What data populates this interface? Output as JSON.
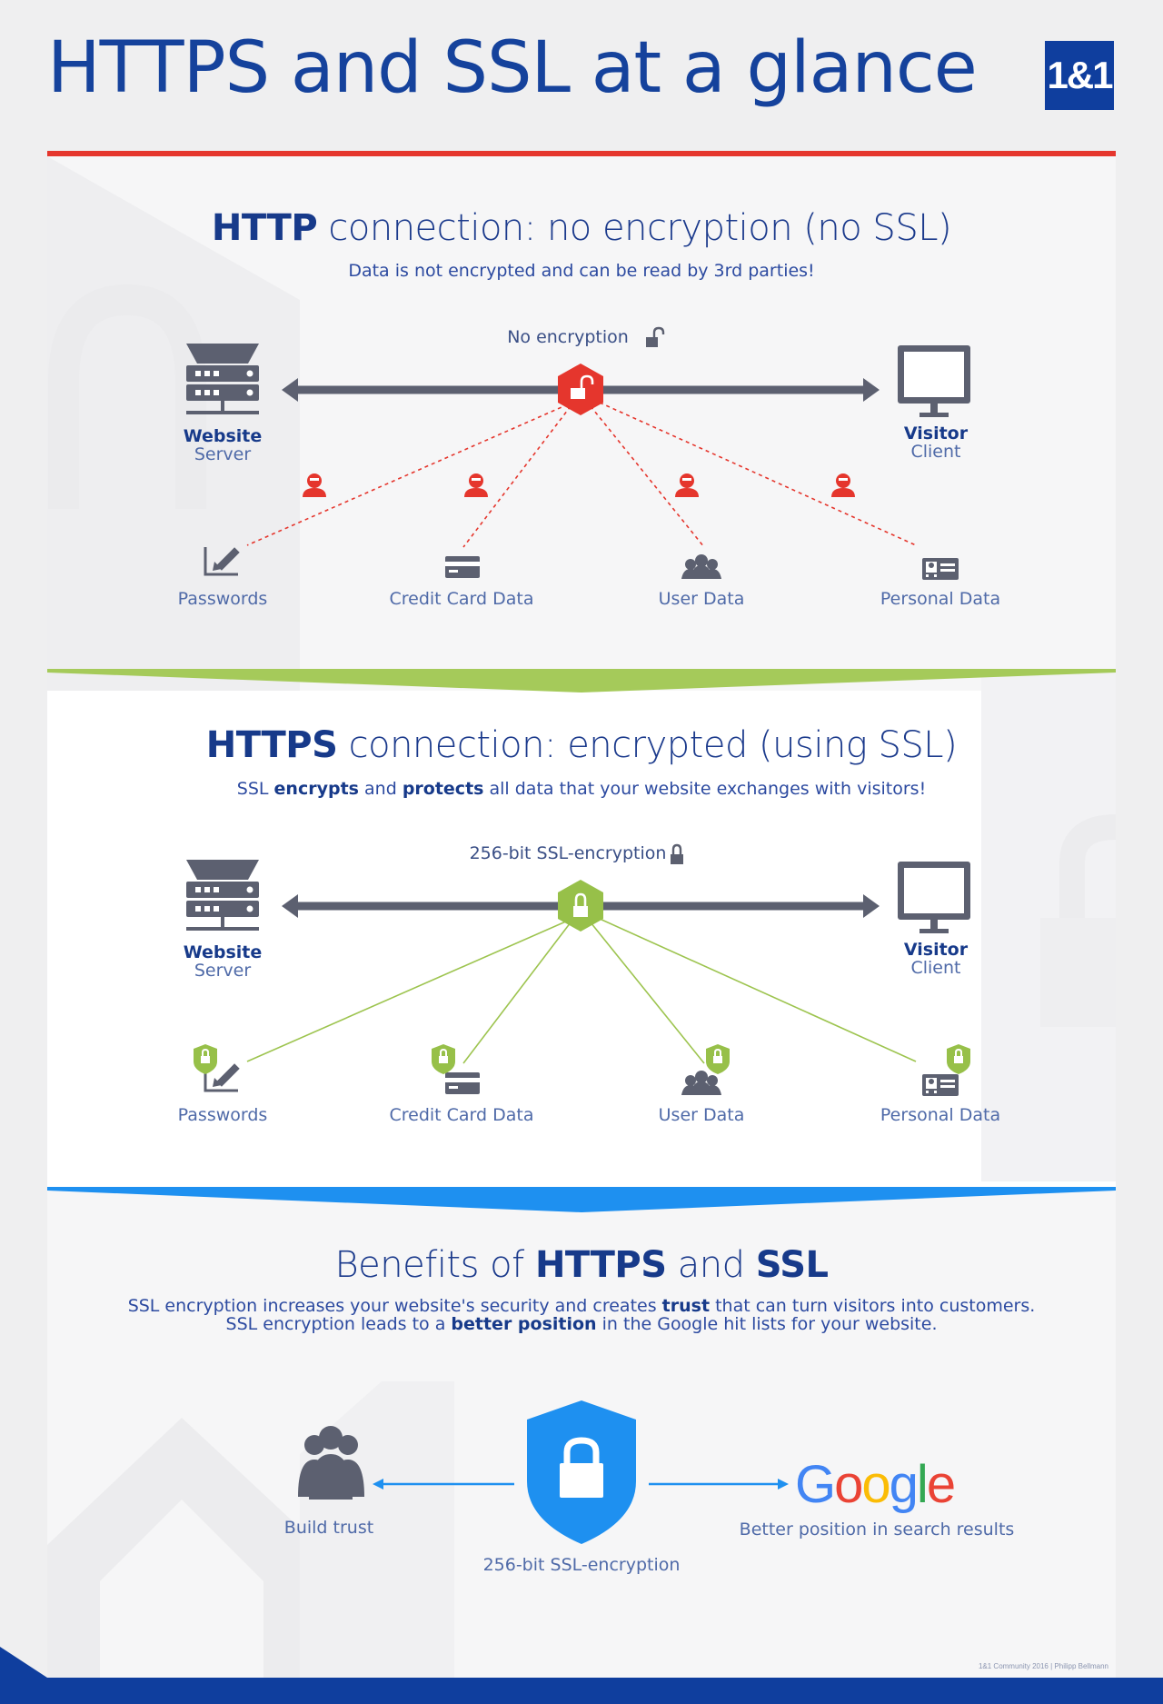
{
  "header": {
    "title": "HTTPS and SSL at a glance",
    "logo": "1&1"
  },
  "http": {
    "title_bold": "HTTP",
    "title_rest": " connection: no encryption (no SSL)",
    "subtitle": "Data is not encrypted and can be read by 3rd parties!",
    "lock_label": "No encryption",
    "server": {
      "name": "Website",
      "role": "Server"
    },
    "client": {
      "name": "Visitor",
      "role": "Client"
    },
    "items": [
      "Passwords",
      "Credit Card Data",
      "User Data",
      "Personal Data"
    ]
  },
  "https": {
    "title_bold": "HTTPS",
    "title_rest": " connection: encrypted (using SSL)",
    "subtitle_parts": [
      "SSL ",
      "encrypts",
      " and ",
      "protects",
      " all data that your website exchanges with visitors!"
    ],
    "lock_label": "256-bit SSL-encryption",
    "server": {
      "name": "Website",
      "role": "Server"
    },
    "client": {
      "name": "Visitor",
      "role": "Client"
    },
    "items": [
      "Passwords",
      "Credit Card Data",
      "User Data",
      "Personal Data"
    ]
  },
  "benefits": {
    "title_parts": [
      "Benefits of ",
      "HTTPS",
      " and ",
      "SSL"
    ],
    "line1_parts": [
      "SSL encryption increases your website's security and creates ",
      "trust",
      " that can turn visitors into customers."
    ],
    "line2_parts": [
      "SSL encryption leads to a ",
      "better position",
      " in the Google hit lists for your website."
    ],
    "trust_label": "Build trust",
    "shield_label": "256-bit SSL-encryption",
    "google_label": "Better position in search results",
    "google_letters": [
      "G",
      "o",
      "o",
      "g",
      "l",
      "e"
    ]
  },
  "colors": {
    "navy": "#1b3a8c",
    "gray": "#5c6070",
    "danger": "#e5362d",
    "safe": "#97c049",
    "blue": "#1e90f0",
    "google": [
      "#4285f4",
      "#ea4335",
      "#fbbc05",
      "#4285f4",
      "#34a853",
      "#ea4335"
    ]
  },
  "footer": {
    "credit": "1&1 Community 2016 | Philipp Bellmann"
  }
}
